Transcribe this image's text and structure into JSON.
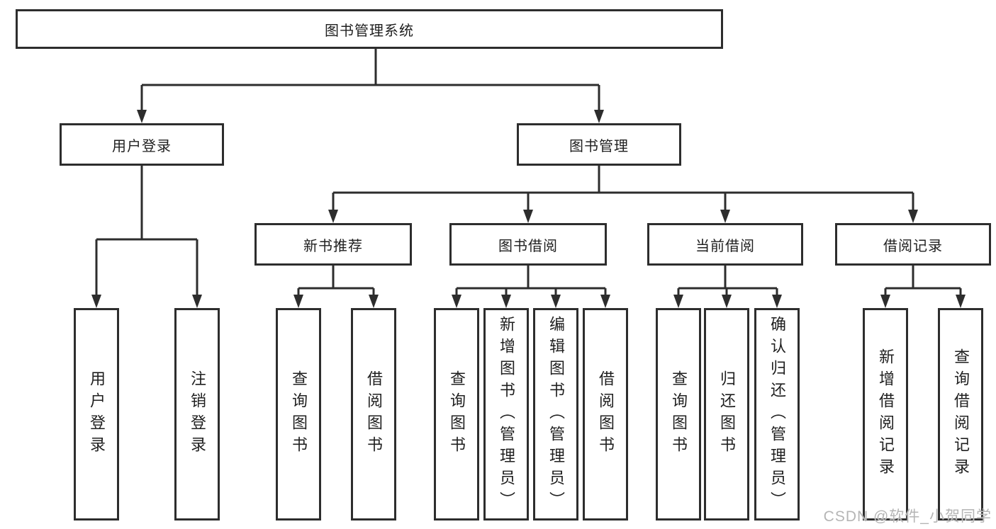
{
  "diagram": {
    "type": "hierarchy-tree",
    "tree": {
      "label": "图书管理系统",
      "children": [
        {
          "label": "用户登录",
          "children": [
            {
              "label": "用户登录"
            },
            {
              "label": "注销登录"
            }
          ]
        },
        {
          "label": "图书管理",
          "children": [
            {
              "label": "新书推荐",
              "children": [
                {
                  "label": "查询图书"
                },
                {
                  "label": "借阅图书"
                }
              ]
            },
            {
              "label": "图书借阅",
              "children": [
                {
                  "label": "查询图书"
                },
                {
                  "label": "新增图书（管理员）"
                },
                {
                  "label": "编辑图书（管理员）"
                },
                {
                  "label": "借阅图书"
                }
              ]
            },
            {
              "label": "当前借阅",
              "children": [
                {
                  "label": "查询图书"
                },
                {
                  "label": "归还图书"
                },
                {
                  "label": "确认归还（管理员）"
                }
              ]
            },
            {
              "label": "借阅记录",
              "children": [
                {
                  "label": "新增借阅记录"
                },
                {
                  "label": "查询借阅记录"
                }
              ]
            }
          ]
        }
      ]
    },
    "colors": {
      "line": "#2d2d2d",
      "border": "#2d2d2d",
      "text": "#1f1f1f",
      "watermark_text": "#b5b5b5"
    }
  },
  "watermark": "CSDN @软件_小贺同学"
}
